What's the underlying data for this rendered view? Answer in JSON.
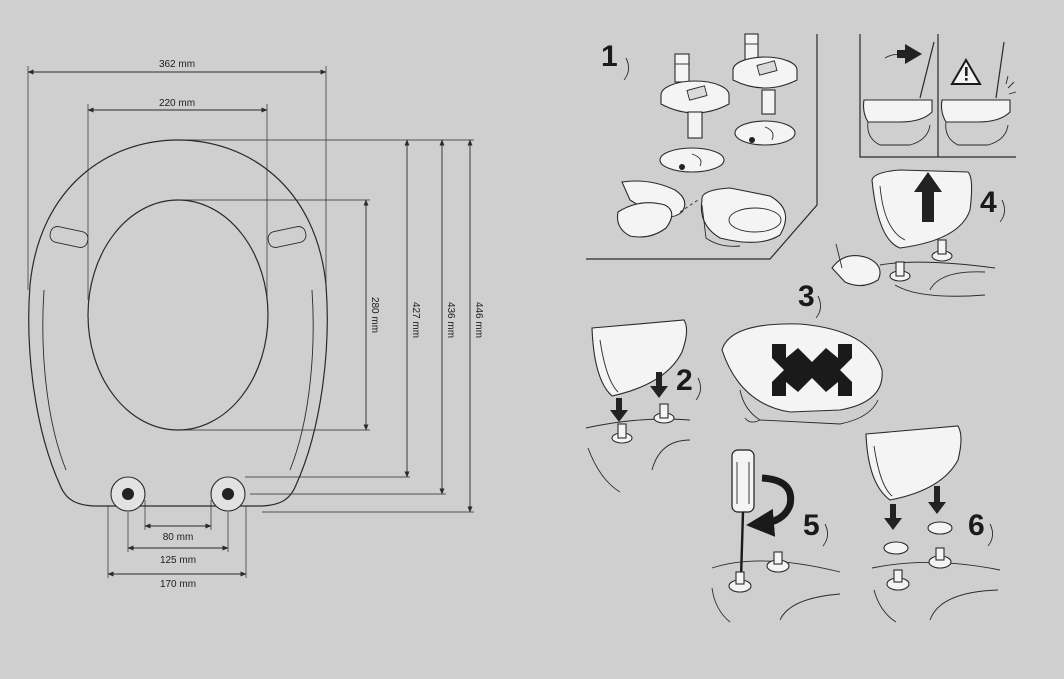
{
  "dimensions": {
    "width_total": "362 mm",
    "width_inner": "220 mm",
    "hinge_80": "80 mm",
    "hinge_125": "125 mm",
    "hinge_170": "170 mm",
    "inner_length": "280 mm",
    "length_427": "427 mm",
    "length_436": "436 mm",
    "length_446": "446 mm"
  },
  "steps": {
    "s1": "1",
    "s2": "2",
    "s3": "3",
    "s4": "4",
    "s5": "5",
    "s6": "6"
  },
  "icons": {
    "warning": "warning-triangle-icon",
    "arrow": "arrow-icon",
    "cross_arrows": "cross-arrows-icon"
  }
}
